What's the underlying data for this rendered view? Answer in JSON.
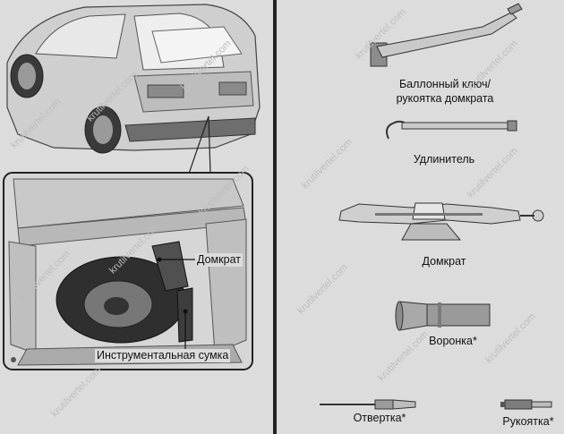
{
  "left_panel": {
    "callout_jack": "Домкрат",
    "callout_tool_bag": "Инструментальная сумка"
  },
  "right_panel": {
    "tools": [
      {
        "label": "Баллонный ключ/\nрукоятка домкрата",
        "icon": "lug-wrench-icon"
      },
      {
        "label": "Удлинитель",
        "icon": "extension-bar-icon"
      },
      {
        "label": "Домкрат",
        "icon": "scissor-jack-icon"
      },
      {
        "label": "Воронка*",
        "icon": "funnel-icon"
      },
      {
        "label": "Отвертка*",
        "icon": "screwdriver-icon"
      },
      {
        "label": "Рукоятка*",
        "icon": "handle-icon"
      }
    ]
  },
  "watermark": "krutilvertel.com"
}
